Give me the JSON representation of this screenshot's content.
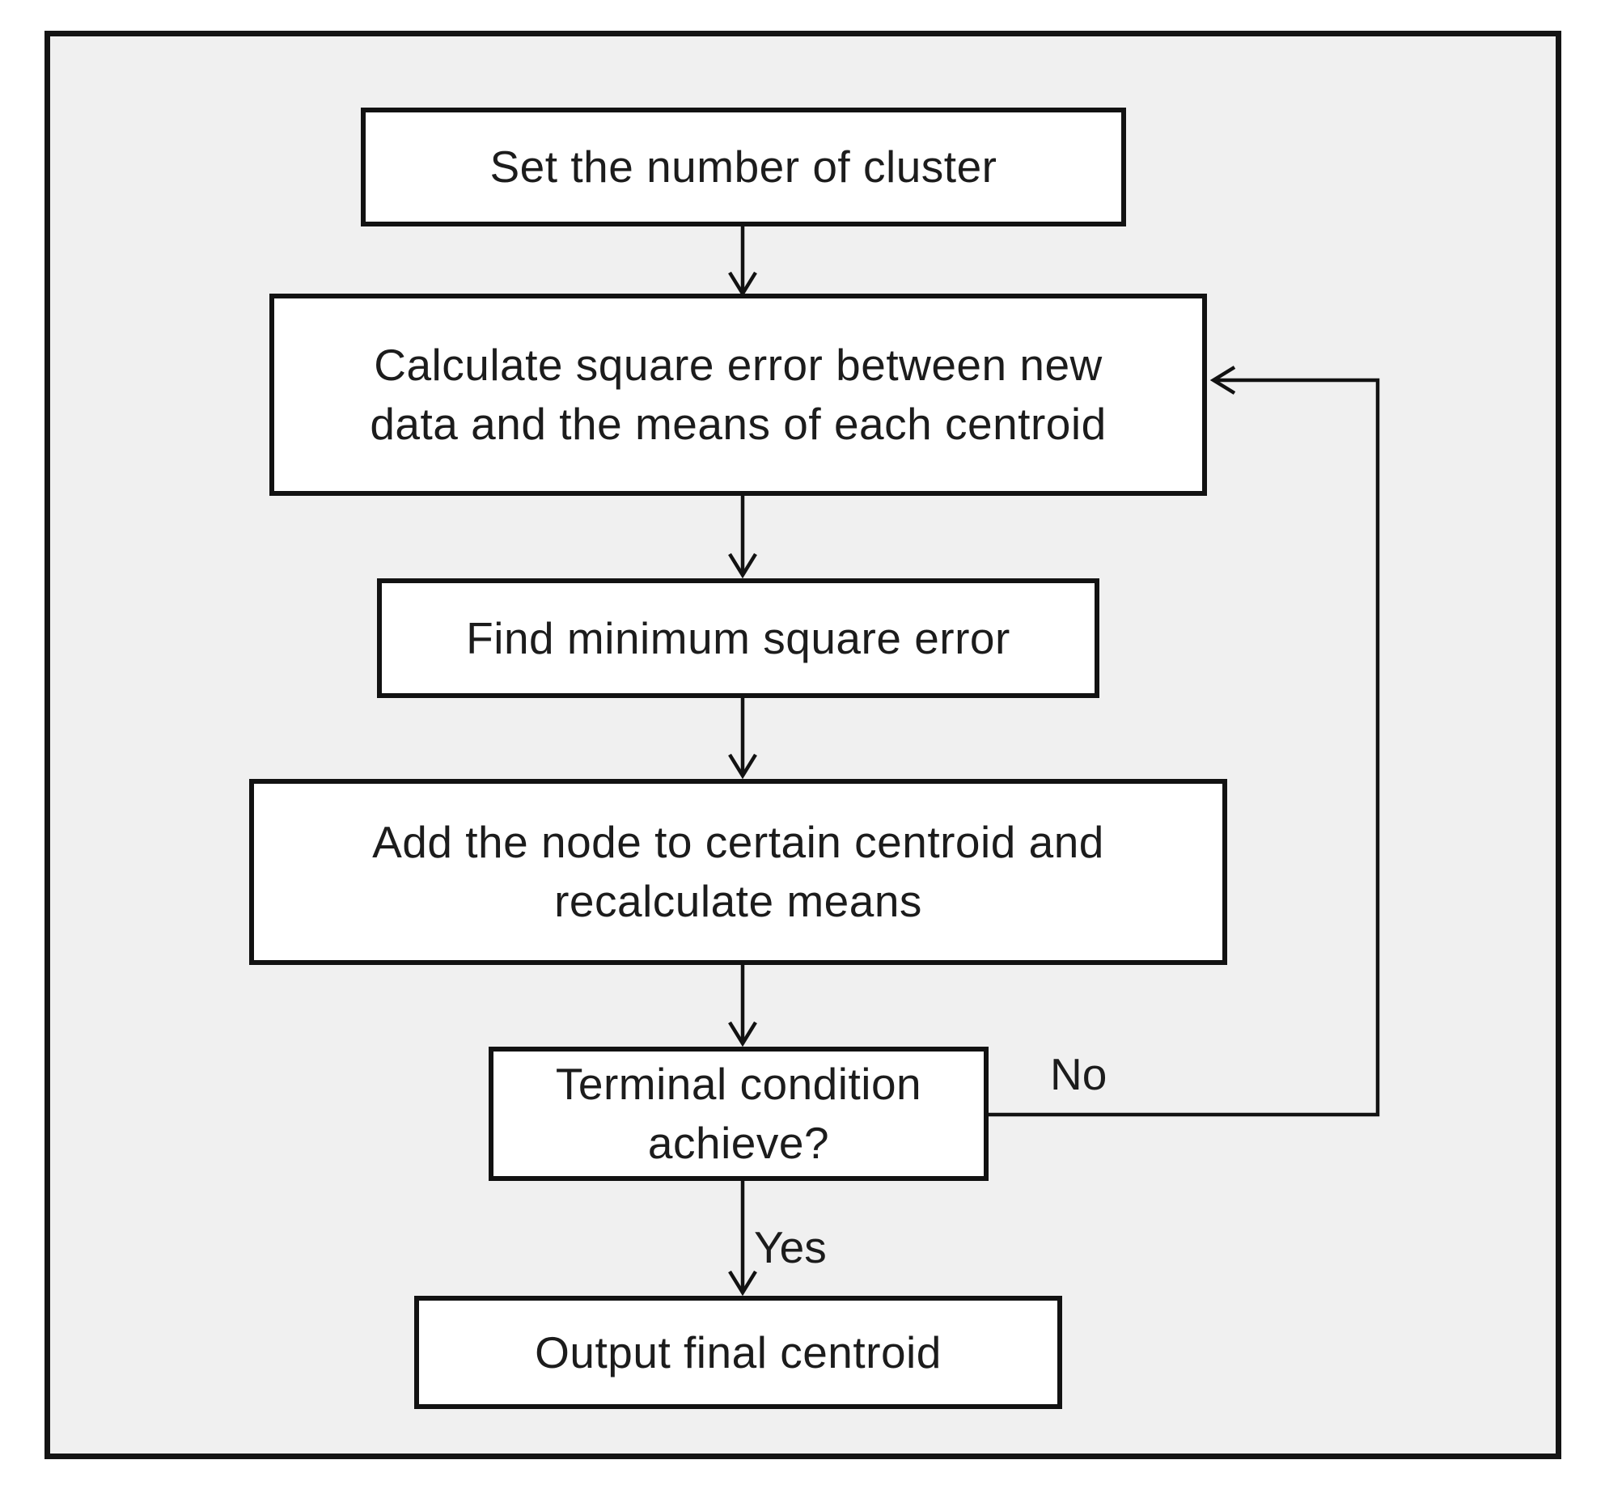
{
  "flowchart": {
    "type": "flowchart",
    "nodes": [
      {
        "id": "set-number-of-cluster",
        "lines": [
          "Set the number of cluster"
        ]
      },
      {
        "id": "calculate-square-error",
        "lines": [
          "Calculate square error between new",
          "data and the means of each centroid"
        ]
      },
      {
        "id": "find-minimum-error",
        "lines": [
          "Find minimum square error"
        ]
      },
      {
        "id": "add-node-recalculate",
        "lines": [
          "Add the node to certain centroid and",
          "recalculate means"
        ]
      },
      {
        "id": "terminal-condition",
        "lines": [
          "Terminal condition",
          "achieve?"
        ]
      },
      {
        "id": "output-final-centroid",
        "lines": [
          "Output final centroid"
        ]
      }
    ],
    "edges": [
      {
        "from": "set-number-of-cluster",
        "to": "calculate-square-error",
        "label": ""
      },
      {
        "from": "calculate-square-error",
        "to": "find-minimum-error",
        "label": ""
      },
      {
        "from": "find-minimum-error",
        "to": "add-node-recalculate",
        "label": ""
      },
      {
        "from": "add-node-recalculate",
        "to": "terminal-condition",
        "label": ""
      },
      {
        "from": "terminal-condition",
        "to": "calculate-square-error",
        "label": "No"
      },
      {
        "from": "terminal-condition",
        "to": "output-final-centroid",
        "label": "Yes"
      }
    ],
    "edge_labels": {
      "no": "No",
      "yes": "Yes"
    },
    "colors": {
      "canvas_background": "#f0f0f0",
      "node_background": "#ffffff",
      "border": "#141414",
      "line": "#121212",
      "text": "#1c1c1c"
    }
  }
}
